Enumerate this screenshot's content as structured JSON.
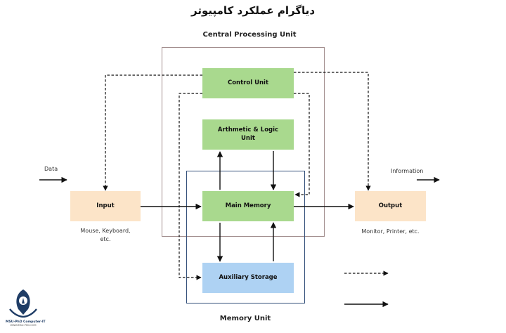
{
  "title": "دیاگرام عملکرد کامپیوتر",
  "cpu_label": "Central Processing Unit",
  "memory_unit_label": "Memory Unit",
  "boxes": {
    "control_unit": "Control Unit",
    "alu_line1": "Arthmetic & Logic",
    "alu_line2": "Unit",
    "main_memory": "Main Memory",
    "auxiliary_storage": "Auxiliary Storage",
    "input": "Input",
    "output": "Output"
  },
  "labels": {
    "data": "Data",
    "information": "Information",
    "input_devices_line1": "Mouse, Keyboard,",
    "input_devices_line2": "etc.",
    "output_devices": "Monitor, Printer, etc."
  },
  "logo": {
    "name": "MSU-PhD Computer-IT",
    "tagline": "WWW.MSU-PHD.COM"
  },
  "colors": {
    "green": "#a9d98e",
    "orange": "#fce4c8",
    "blue": "#aed2f3",
    "cpu_frame": "#a08c8c",
    "memory_frame": "#34507a",
    "logo": "#1f3d66"
  }
}
